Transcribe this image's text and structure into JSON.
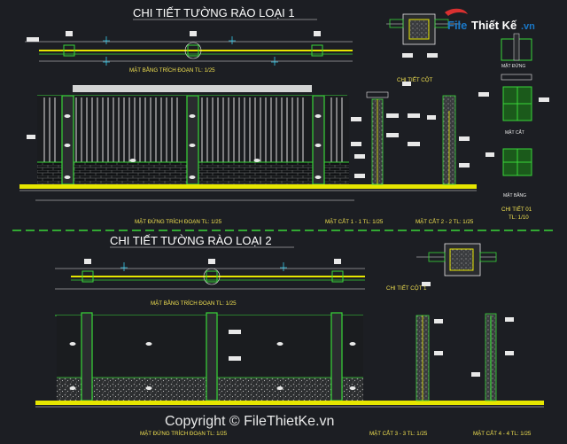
{
  "titles": {
    "fence1": "CHI TIẾT TƯỜNG RÀO LOẠI 1",
    "fence2": "CHI TIẾT TƯỜNG RÀO LOẠI 2"
  },
  "captions": {
    "plan1": "MẶT BẰNG TRÍCH ĐOẠN  TL: 1/25",
    "elev1": "MẶT ĐỨNG TRÍCH ĐOẠN  TL: 1/25",
    "sec11": "MẶT CẮT 1 - 1  TL: 1/25",
    "sec22": "MẶT CẮT 2 - 2  TL: 1/25",
    "col_detail": "CHI TIẾT CỘT",
    "elev_small": "MẶT ĐỨNG",
    "sec_small": "MẶT CẮT",
    "plan_small": "MẶT BẰNG",
    "detail01": "CHI TIẾT 01",
    "detail01_scale": "TL: 1/10",
    "plan2": "MẶT BẰNG TRÍCH ĐOẠN  TL: 1/25",
    "col_detail1": "CHI TIẾT CỘT 1",
    "elev2": "MẶT ĐỨNG TRÍCH ĐOẠN  TL: 1/25",
    "sec33": "MẶT CẮT 3 - 3  TL: 1/25",
    "sec44": "MẶT CẮT 4 - 4  TL: 1/25"
  },
  "logo": {
    "part1": "File",
    "part2": "Thiết Kế",
    "part3": ".vn"
  },
  "watermark": "Copyright © FileThietKe.vn",
  "colors": {
    "background": "#1c1e23",
    "line_green": "#39d639",
    "line_yellow": "#e6e600",
    "line_white": "#e8e8e8",
    "line_cyan": "#38c8e8",
    "logo_blue": "#1a78c8",
    "logo_red": "#d83030"
  }
}
